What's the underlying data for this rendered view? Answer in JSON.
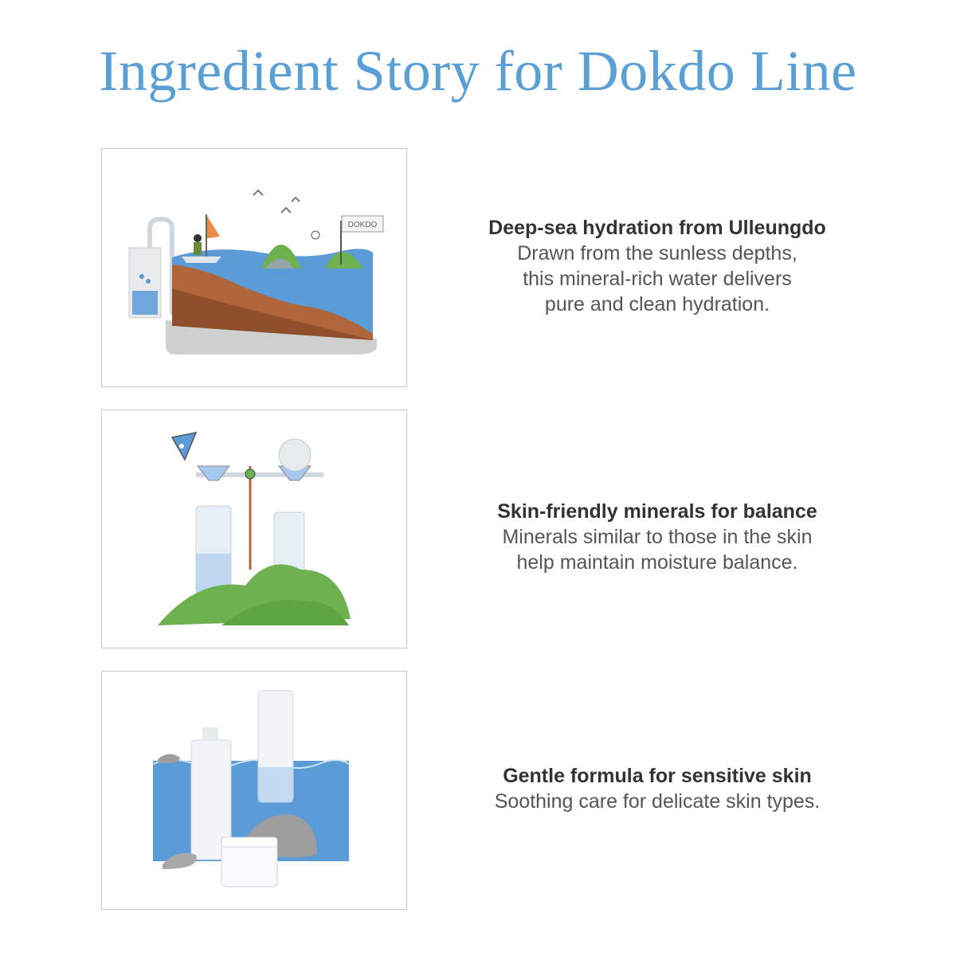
{
  "title": "Ingredient Story for Dokdo Line",
  "sections": [
    {
      "heading": "Deep-sea hydration from Ulleungdo",
      "lines": [
        "Drawn from the sunless depths,",
        "this mineral-rich water delivers",
        "pure and clean hydration."
      ],
      "flag_text": "DOKDO",
      "illustration": "deep-sea-water-illustration"
    },
    {
      "heading": "Skin-friendly minerals for balance",
      "lines": [
        "Minerals similar to those in the skin",
        "help maintain moisture balance."
      ],
      "illustration": "mineral-balance-illustration"
    },
    {
      "heading": "Gentle formula for sensitive skin",
      "lines": [
        "Soothing care for delicate skin types."
      ],
      "illustration": "product-lineup-illustration"
    }
  ],
  "colors": {
    "title": "#5a9fd6",
    "water": "#5b9bd8",
    "earth": "#b0653a",
    "grass": "#6db24e",
    "rock": "#a9a9a9"
  }
}
